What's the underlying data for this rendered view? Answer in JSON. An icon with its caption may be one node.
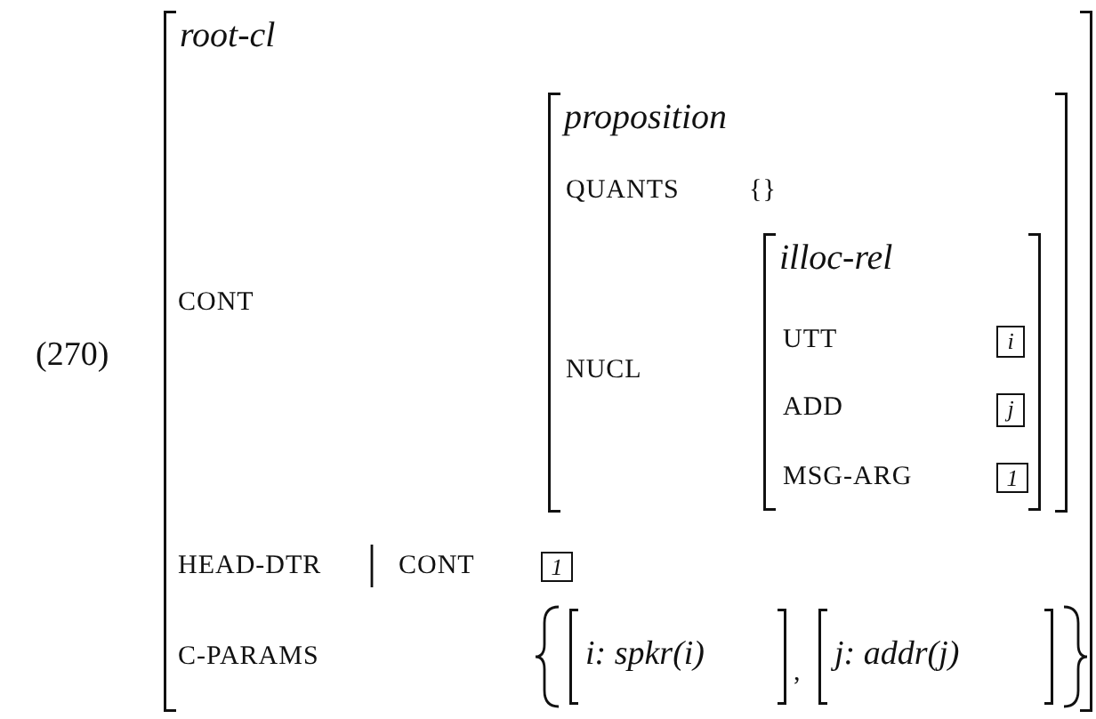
{
  "diagram": {
    "nodes": [
      {
        "text": [
          "root-cl"
        ]
      },
      {
        "text": [
          "proposition"
        ],
        "in": 0
      },
      {
        "text": [
          "illoc-rel"
        ],
        "in": 1
      },
      {
        "text": [
          "i"
        ],
        "in": 2
      },
      {
        "text": [
          "j"
        ],
        "in": 2
      },
      {
        "text": [
          "1"
        ],
        "in": 2
      },
      {
        "text": [
          "1"
        ],
        "in": 0
      },
      {
        "text": [
          "i: spkr(i)"
        ],
        "in": 0
      },
      {
        "text": [
          "j: addr(j)"
        ],
        "in": 0
      }
    ],
    "labels": [
      "(270)",
      "CONT",
      "QUANTS",
      "{}",
      "NUCL",
      "UTT",
      "ADD",
      "MSG-ARG",
      "HEAD-DTR",
      "CONT",
      "C-PARAMS",
      ","
    ]
  }
}
